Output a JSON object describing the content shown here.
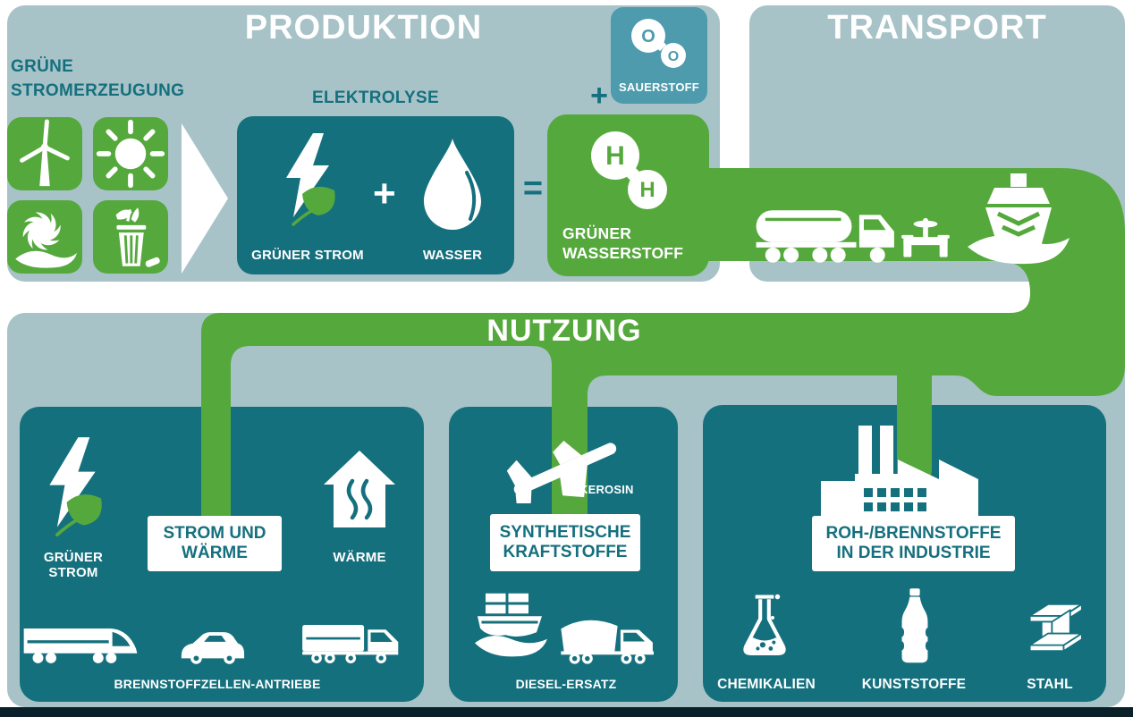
{
  "colors": {
    "panel_blue": "#a7c3c8",
    "box_teal": "#15707e",
    "flow_green": "#55a93c",
    "oxygen_box_teal": "#4d9bad",
    "text_teal": "#15707e",
    "white": "#ffffff",
    "footer_dark": "#0a2129"
  },
  "sections": {
    "produktion": "PRODUKTION",
    "transport": "TRANSPORT",
    "nutzung": "NUTZUNG"
  },
  "production": {
    "source_title_line1": "GRÜNE",
    "source_title_line2": "STROMERZEUGUNG",
    "source_icons": [
      "wind-turbine-icon",
      "sun-icon",
      "hydro-turbine-icon",
      "biomass-bin-icon"
    ],
    "elektrolyse_title": "ELEKTROLYSE",
    "gruener_strom_label": "GRÜNER STROM",
    "plus_sign": "+",
    "wasser_label": "WASSER",
    "equals_sign": "=",
    "oxygen_plus_sign": "+",
    "oxygen_atom": "O",
    "oxygen_label": "SAUERSTOFF",
    "hydrogen_atom": "H",
    "hydrogen_label_line1": "GRÜNER",
    "hydrogen_label_line2": "WASSERSTOFF"
  },
  "transport": {
    "icons": [
      "tanker-truck-icon",
      "pipeline-valve-icon",
      "ship-bow-icon"
    ]
  },
  "usage": {
    "strom_waerme": {
      "icon_label_left": "GRÜNER STROM",
      "title_line1": "STROM UND",
      "title_line2": "WÄRME",
      "icon_label_right": "WÄRME",
      "bottom_label": "BRENNSTOFFZELLEN-ANTRIEBE",
      "icons": [
        "bolt-leaf-icon",
        "house-heat-icon",
        "train-icon",
        "car-icon",
        "truck-icon"
      ]
    },
    "synthetische": {
      "kerosin_label": "KEROSIN",
      "title_line1": "SYNTHETISCHE",
      "title_line2": "KRAFTSTOFFE",
      "bottom_label": "DIESEL-ERSATZ",
      "icons": [
        "airplane-icon",
        "container-ship-icon",
        "dump-truck-icon"
      ]
    },
    "industrie": {
      "title_line1": "ROH-/BRENNSTOFFE",
      "title_line2": "IN DER INDUSTRIE",
      "item_labels": [
        "CHEMIKALIEN",
        "KUNSTSTOFFE",
        "STAHL"
      ],
      "icons": [
        "factory-icon",
        "flask-icon",
        "plastic-bottle-icon",
        "steel-beam-icon"
      ]
    }
  }
}
